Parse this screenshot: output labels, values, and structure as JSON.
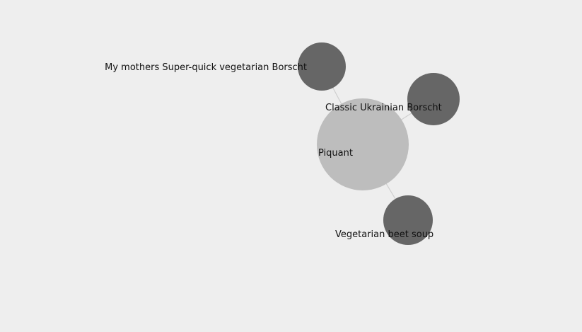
{
  "graph": {
    "center": {
      "id": "piquant",
      "label": "Piquant",
      "color": "#bdbdbd"
    },
    "nodes": [
      {
        "id": "my-mothers-super-quick-vegetarian-borscht",
        "label": "My mothers Super-quick vegetarian Borscht",
        "color": "#666666"
      },
      {
        "id": "classic-ukrainian-borscht",
        "label": "Classic Ukrainian Borscht",
        "color": "#666666"
      },
      {
        "id": "vegetarian-beet-soup",
        "label": "Vegetarian beet soup",
        "color": "#666666"
      }
    ],
    "link_color": "#cfcfcf",
    "background": "#eeeeee"
  }
}
